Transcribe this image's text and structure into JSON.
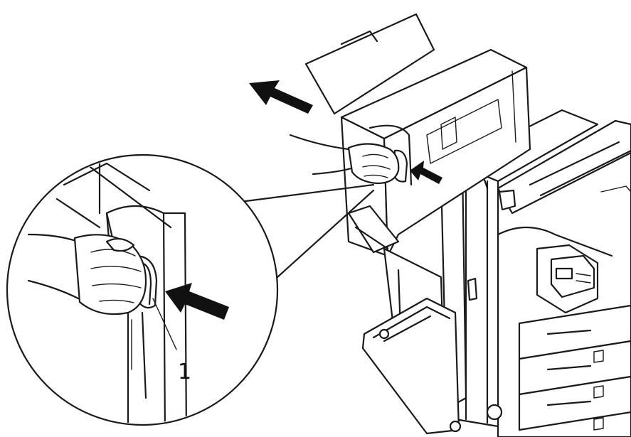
{
  "diagram": {
    "callout": {
      "number": "1"
    },
    "colors": {
      "line": "#1a1a1a",
      "arrow": "#111111",
      "background": "#ffffff"
    },
    "elements": [
      "printer",
      "finisher-unit",
      "hand-on-handle",
      "zoom-inset",
      "direction-arrow",
      "push-arrow"
    ]
  }
}
